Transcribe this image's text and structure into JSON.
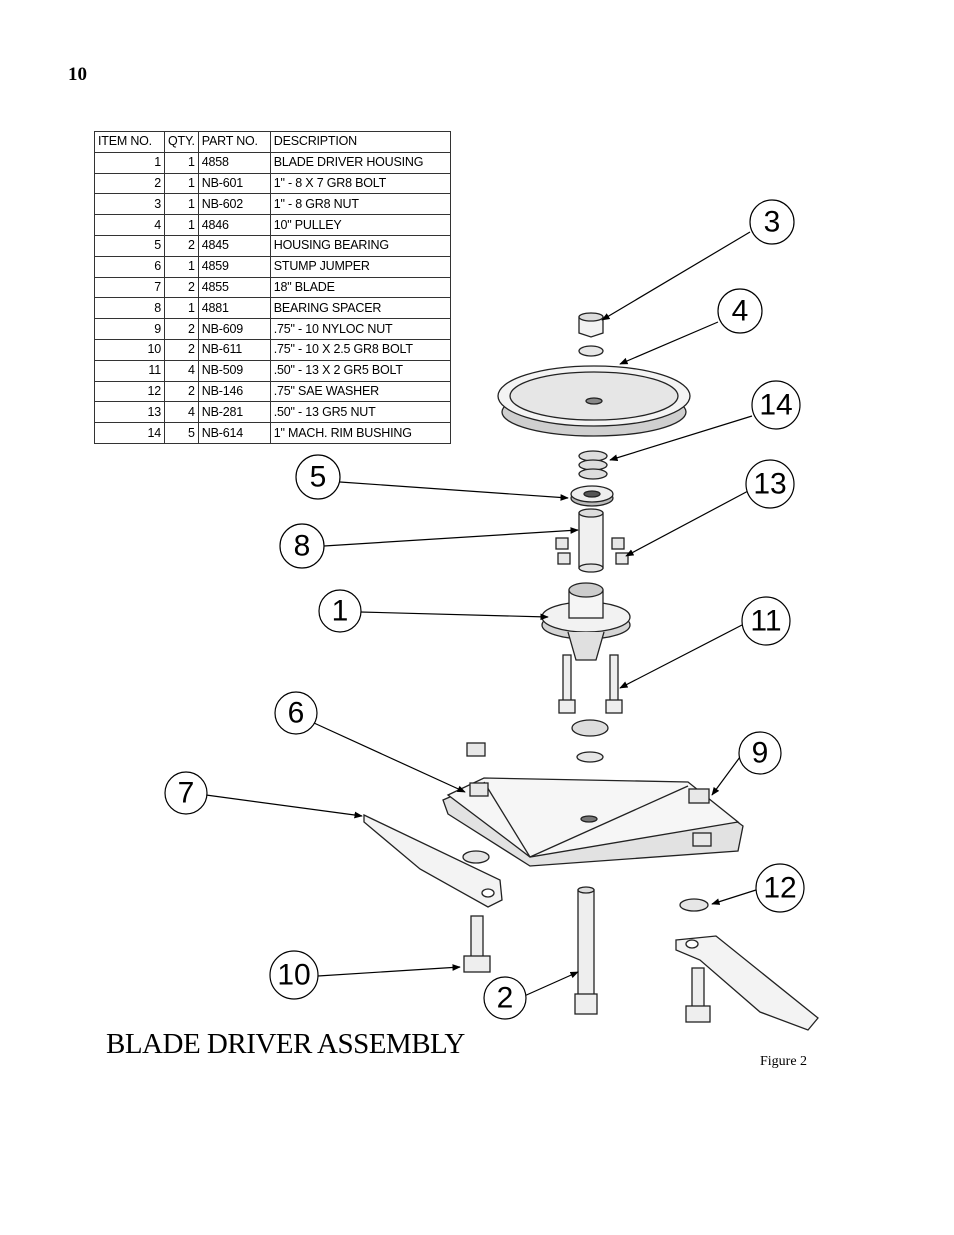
{
  "page": {
    "number": "10"
  },
  "table": {
    "headers": [
      "ITEM NO.",
      "QTY.",
      "PART NO.",
      "DESCRIPTION"
    ],
    "rows": [
      {
        "item": "1",
        "qty": "1",
        "part": "4858",
        "desc": "BLADE DRIVER HOUSING"
      },
      {
        "item": "2",
        "qty": "1",
        "part": "NB-601",
        "desc": "1\" - 8 X 7 GR8 BOLT"
      },
      {
        "item": "3",
        "qty": "1",
        "part": "NB-602",
        "desc": "1\" - 8 GR8 NUT"
      },
      {
        "item": "4",
        "qty": "1",
        "part": "4846",
        "desc": "10\" PULLEY"
      },
      {
        "item": "5",
        "qty": "2",
        "part": "4845",
        "desc": "HOUSING BEARING"
      },
      {
        "item": "6",
        "qty": "1",
        "part": "4859",
        "desc": "STUMP JUMPER"
      },
      {
        "item": "7",
        "qty": "2",
        "part": "4855",
        "desc": "18\" BLADE"
      },
      {
        "item": "8",
        "qty": "1",
        "part": "4881",
        "desc": "BEARING SPACER"
      },
      {
        "item": "9",
        "qty": "2",
        "part": "NB-609",
        "desc": ".75\" - 10 NYLOC NUT"
      },
      {
        "item": "10",
        "qty": "2",
        "part": "NB-611",
        "desc": ".75\" - 10 X 2.5 GR8 BOLT"
      },
      {
        "item": "11",
        "qty": "4",
        "part": "NB-509",
        "desc": ".50\" - 13 X 2 GR5 BOLT"
      },
      {
        "item": "12",
        "qty": "2",
        "part": "NB-146",
        "desc": ".75\" SAE WASHER"
      },
      {
        "item": "13",
        "qty": "4",
        "part": "NB-281",
        "desc": ".50\" - 13 GR5 NUT"
      },
      {
        "item": "14",
        "qty": "5",
        "part": "NB-614",
        "desc": "1\" MACH. RIM BUSHING"
      }
    ]
  },
  "callouts": {
    "c1": "1",
    "c2": "2",
    "c3": "3",
    "c4": "4",
    "c5": "5",
    "c6": "6",
    "c7": "7",
    "c8": "8",
    "c9": "9",
    "c10": "10",
    "c11": "11",
    "c12": "12",
    "c13": "13",
    "c14": "14"
  },
  "diagram": {
    "title": "BLADE DRIVER ASSEMBLY",
    "figure_label": "Figure 2"
  }
}
